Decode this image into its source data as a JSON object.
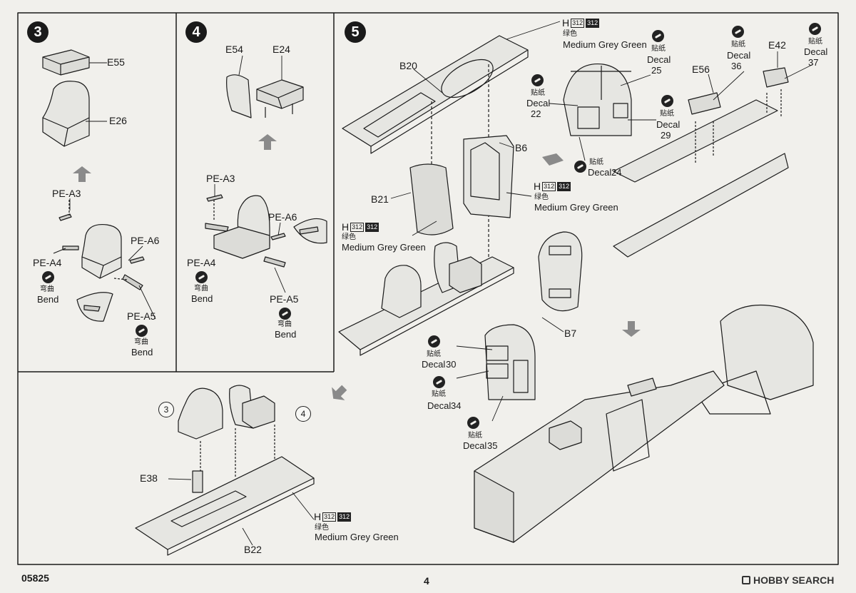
{
  "steps": {
    "s3": {
      "number": "3"
    },
    "s4": {
      "number": "4"
    },
    "s5": {
      "number": "5"
    }
  },
  "parts": {
    "e55": "E55",
    "e26": "E26",
    "e54": "E54",
    "e24": "E24",
    "pea3_a": "PE-A3",
    "pea6_a": "PE-A6",
    "pea4_a": "PE-A4",
    "pea5_a": "PE-A5",
    "pea3_b": "PE-A3",
    "pea6_b": "PE-A6",
    "pea4_b": "PE-A4",
    "pea5_b": "PE-A5",
    "e38": "E38",
    "b22": "B22",
    "b20": "B20",
    "b21": "B21",
    "b6": "B6",
    "b7": "B7",
    "e56": "E56",
    "e42": "E42"
  },
  "bend": {
    "cn": "弯曲",
    "en": "Bend"
  },
  "decal": {
    "cn": "贴纸",
    "en": "Decal"
  },
  "decal_numbers": {
    "d22": "22",
    "d25": "25",
    "d29": "29",
    "d24": "24",
    "d36": "36",
    "d37": "37",
    "d30": "30",
    "d34": "34",
    "d35": "35"
  },
  "paint": {
    "letter": "H",
    "code": "312",
    "cn": "绿色",
    "en": "Medium Grey Green"
  },
  "subrefs": {
    "r3": "3",
    "r4": "4"
  },
  "footer": {
    "code": "05825",
    "page": "4",
    "watermark": "HOBBY SEARCH"
  },
  "colors": {
    "ink": "#1a1a1a",
    "paper": "#f1f0ec",
    "arrow": "#8a8a8a"
  }
}
